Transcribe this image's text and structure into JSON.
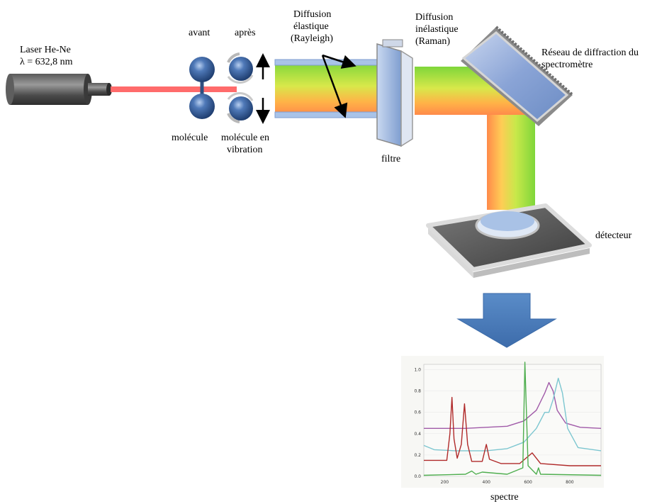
{
  "labels": {
    "laser_line1": "Laser He-Ne",
    "laser_line2": "λ = 632,8 nm",
    "avant": "avant",
    "apres": "après",
    "molecule": "molécule",
    "molecule_vib_line1": "molécule en",
    "molecule_vib_line2": "vibration",
    "rayleigh_line1": "Diffusion",
    "rayleigh_line2": "élastique",
    "rayleigh_line3": "(Rayleigh)",
    "raman_line1": "Diffusion",
    "raman_line2": "inélastique",
    "raman_line3": "(Raman)",
    "filtre": "filtre",
    "reseau_line1": "Réseau de diffraction du",
    "reseau_line2": "spectromètre",
    "detecteur": "détecteur",
    "spectre": "spectre"
  },
  "colors": {
    "laser_beam": "#ff6b6b",
    "molecule_ball": "#2f5d9a",
    "arrow_down": "#4f81bd",
    "grating": "#8fa8d8"
  },
  "chart_data": {
    "type": "line",
    "x_ticks": [
      "200",
      "400",
      "600",
      "800"
    ],
    "y_ticks": [
      "0.0",
      "0.2",
      "0.4",
      "0.6",
      "0.8",
      "1.0"
    ],
    "xlim": [
      100,
      950
    ],
    "ylim": [
      0,
      1.05
    ],
    "series": [
      {
        "color": "#a05aa8",
        "points": [
          [
            100,
            0.45
          ],
          [
            300,
            0.45
          ],
          [
            500,
            0.47
          ],
          [
            580,
            0.52
          ],
          [
            640,
            0.62
          ],
          [
            680,
            0.78
          ],
          [
            700,
            0.88
          ],
          [
            720,
            0.8
          ],
          [
            740,
            0.62
          ],
          [
            780,
            0.5
          ],
          [
            850,
            0.46
          ],
          [
            950,
            0.45
          ]
        ]
      },
      {
        "color": "#7cc6d0",
        "points": [
          [
            100,
            0.29
          ],
          [
            150,
            0.25
          ],
          [
            250,
            0.24
          ],
          [
            400,
            0.24
          ],
          [
            500,
            0.26
          ],
          [
            580,
            0.32
          ],
          [
            640,
            0.45
          ],
          [
            680,
            0.6
          ],
          [
            700,
            0.6
          ],
          [
            720,
            0.72
          ],
          [
            745,
            0.92
          ],
          [
            765,
            0.78
          ],
          [
            790,
            0.45
          ],
          [
            840,
            0.27
          ],
          [
            950,
            0.24
          ]
        ]
      },
      {
        "color": "#b02a2a",
        "points": [
          [
            100,
            0.15
          ],
          [
            210,
            0.15
          ],
          [
            225,
            0.4
          ],
          [
            235,
            0.74
          ],
          [
            245,
            0.35
          ],
          [
            260,
            0.17
          ],
          [
            280,
            0.3
          ],
          [
            295,
            0.68
          ],
          [
            310,
            0.3
          ],
          [
            330,
            0.14
          ],
          [
            380,
            0.14
          ],
          [
            400,
            0.3
          ],
          [
            415,
            0.16
          ],
          [
            470,
            0.12
          ],
          [
            560,
            0.12
          ],
          [
            620,
            0.22
          ],
          [
            660,
            0.12
          ],
          [
            800,
            0.1
          ],
          [
            950,
            0.1
          ]
        ]
      },
      {
        "color": "#4fae4f",
        "points": [
          [
            100,
            0.01
          ],
          [
            300,
            0.02
          ],
          [
            330,
            0.05
          ],
          [
            350,
            0.02
          ],
          [
            380,
            0.04
          ],
          [
            500,
            0.02
          ],
          [
            575,
            0.08
          ],
          [
            585,
            1.07
          ],
          [
            600,
            0.1
          ],
          [
            640,
            0.02
          ],
          [
            650,
            0.08
          ],
          [
            660,
            0.02
          ],
          [
            950,
            0.01
          ]
        ]
      }
    ]
  }
}
